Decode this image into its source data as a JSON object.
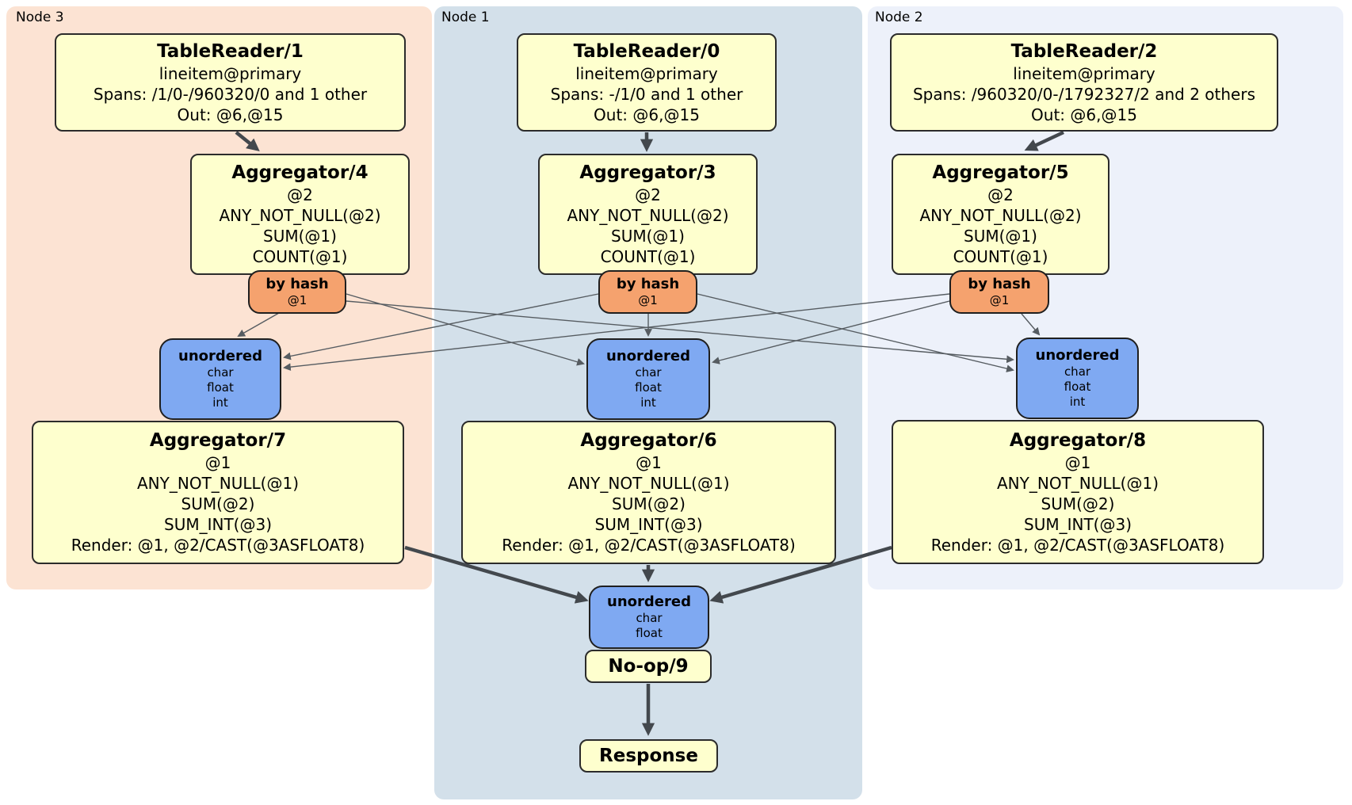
{
  "colors": {
    "node3_bg": "#fce3d3",
    "node1_bg": "#d3e0ea",
    "node2_bg": "#edf1fa",
    "processor_fill": "#feffce",
    "router_fill": "#f5a26e",
    "sync_fill": "#7fa9f2",
    "edge_thick": "#43484d",
    "edge_thin": "#565c61"
  },
  "regions": {
    "node3": {
      "label": "Node 3"
    },
    "node1": {
      "label": "Node 1"
    },
    "node2": {
      "label": "Node 2"
    }
  },
  "processors": {
    "tr1": {
      "title": "TableReader/1",
      "lines": [
        "lineitem@primary",
        "Spans: /1/0-/960320/0 and 1 other",
        "Out: @6,@15"
      ]
    },
    "tr0": {
      "title": "TableReader/0",
      "lines": [
        "lineitem@primary",
        "Spans: -/1/0 and 1 other",
        "Out: @6,@15"
      ]
    },
    "tr2": {
      "title": "TableReader/2",
      "lines": [
        "lineitem@primary",
        "Spans: /960320/0-/1792327/2 and 2 others",
        "Out: @6,@15"
      ]
    },
    "agg4": {
      "title": "Aggregator/4",
      "lines": [
        "@2",
        "ANY_NOT_NULL(@2)",
        "SUM(@1)",
        "COUNT(@1)"
      ]
    },
    "agg3": {
      "title": "Aggregator/3",
      "lines": [
        "@2",
        "ANY_NOT_NULL(@2)",
        "SUM(@1)",
        "COUNT(@1)"
      ]
    },
    "agg5": {
      "title": "Aggregator/5",
      "lines": [
        "@2",
        "ANY_NOT_NULL(@2)",
        "SUM(@1)",
        "COUNT(@1)"
      ]
    },
    "agg7": {
      "title": "Aggregator/7",
      "lines": [
        "@1",
        "ANY_NOT_NULL(@1)",
        "SUM(@2)",
        "SUM_INT(@3)",
        "Render: @1, @2/CAST(@3ASFLOAT8)"
      ]
    },
    "agg6": {
      "title": "Aggregator/6",
      "lines": [
        "@1",
        "ANY_NOT_NULL(@1)",
        "SUM(@2)",
        "SUM_INT(@3)",
        "Render: @1, @2/CAST(@3ASFLOAT8)"
      ]
    },
    "agg8": {
      "title": "Aggregator/8",
      "lines": [
        "@1",
        "ANY_NOT_NULL(@1)",
        "SUM(@2)",
        "SUM_INT(@3)",
        "Render: @1, @2/CAST(@3ASFLOAT8)"
      ]
    },
    "noop": {
      "title": "No-op/9"
    },
    "response": {
      "title": "Response"
    }
  },
  "routers": {
    "hash3": {
      "title": "by hash",
      "lines": [
        "@1"
      ]
    },
    "hash1": {
      "title": "by hash",
      "lines": [
        "@1"
      ]
    },
    "hash2": {
      "title": "by hash",
      "lines": [
        "@1"
      ]
    }
  },
  "syncs": {
    "un3": {
      "title": "unordered",
      "lines": [
        "char",
        "float",
        "int"
      ]
    },
    "un1": {
      "title": "unordered",
      "lines": [
        "char",
        "float",
        "int"
      ]
    },
    "un2": {
      "title": "unordered",
      "lines": [
        "char",
        "float",
        "int"
      ]
    },
    "unfinal": {
      "title": "unordered",
      "lines": [
        "char",
        "float"
      ]
    }
  }
}
